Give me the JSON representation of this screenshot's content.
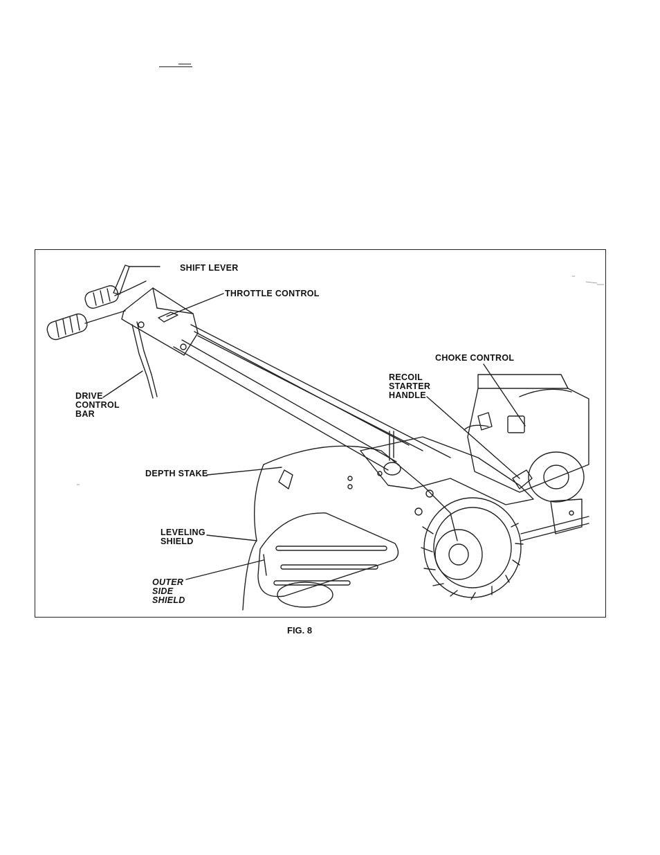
{
  "figure": {
    "caption": "FIG. 8",
    "labels": {
      "shift_lever": "SHIFT LEVER",
      "throttle_control": "THROTTLE CONTROL",
      "choke_control": "CHOKE CONTROL",
      "recoil_starter_handle": "RECOIL\nSTARTER\nHANDLE",
      "drive_control_bar": "DRIVE\nCONTROL\nBAR",
      "depth_stake": "DEPTH STAKE",
      "leveling_shield": "LEVELING\nSHIELD",
      "outer_side_shield": "OUTER\nSIDE\nSHIELD"
    },
    "line_color": "#222222"
  }
}
